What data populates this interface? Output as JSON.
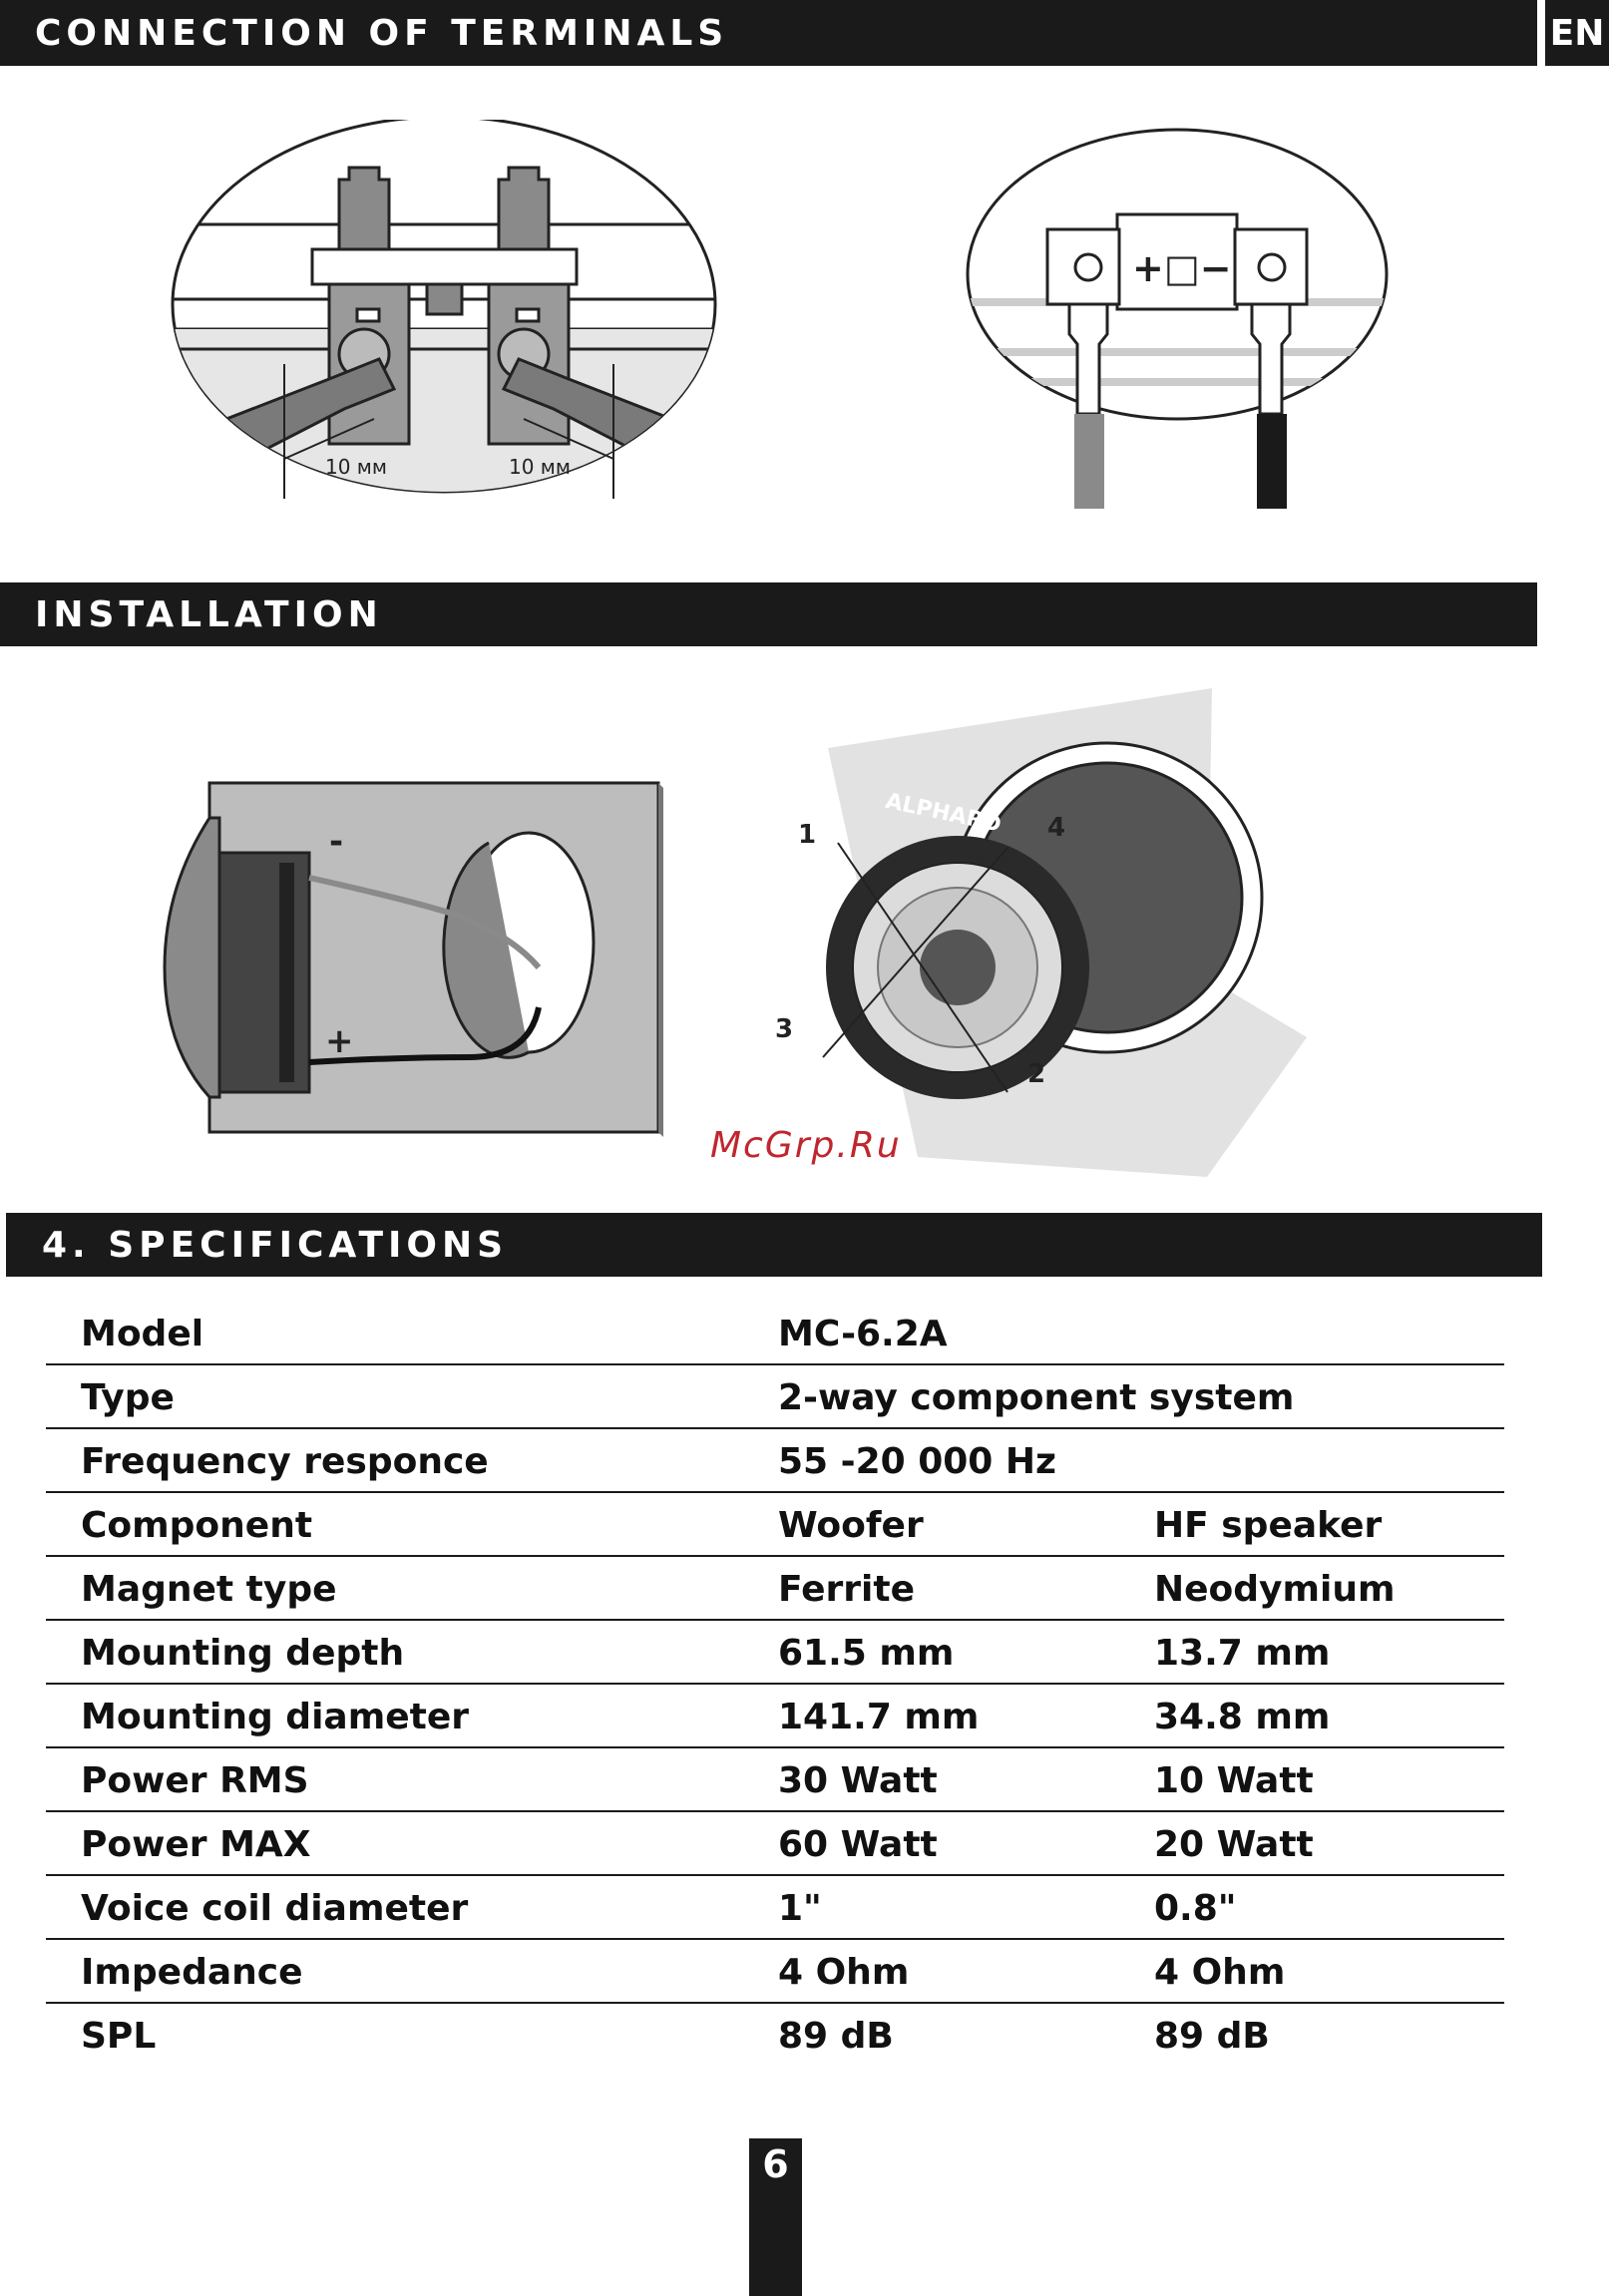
{
  "sections": {
    "terminals_title": "CONNECTION OF TERMINALS",
    "installation_title": "INSTALLATION",
    "specifications_title": "4. SPECIFICATIONS"
  },
  "language_badge": "EN",
  "terminal_figure": {
    "dim_left": "10 мм",
    "dim_right": "10 мм",
    "polarity_label": "+□−"
  },
  "installation_figure": {
    "minus_label": "-",
    "plus_label": "+",
    "brand_text": "ALPHARD",
    "screw_labels": [
      "1",
      "2",
      "3",
      "4"
    ]
  },
  "watermark": "McGrp.Ru",
  "specs": {
    "rows": [
      {
        "label": "Model",
        "col1": "MC-6.2A",
        "col2": ""
      },
      {
        "label": "Type",
        "col1": "2-way component system",
        "col2": ""
      },
      {
        "label": "Frequency responce",
        "col1": "55 -20 000 Hz",
        "col2": ""
      },
      {
        "label": "Component",
        "col1": "Woofer",
        "col2": "HF speaker"
      },
      {
        "label": "Magnet type",
        "col1": "Ferrite",
        "col2": "Neodymium"
      },
      {
        "label": "Mounting depth",
        "col1": "61.5 mm",
        "col2": "13.7 mm"
      },
      {
        "label": "Mounting diameter",
        "col1": "141.7 mm",
        "col2": "34.8 mm"
      },
      {
        "label": "Power RMS",
        "col1": "30 Watt",
        "col2": "10 Watt"
      },
      {
        "label": "Power MAX",
        "col1": "60 Watt",
        "col2": "20 Watt"
      },
      {
        "label": "Voice coil diameter",
        "col1": "1\"",
        "col2": "0.8\""
      },
      {
        "label": "Impedance",
        "col1": "4 Ohm",
        "col2": "4 Ohm"
      },
      {
        "label": "SPL",
        "col1": "89 dB",
        "col2": "89 dB"
      }
    ]
  },
  "page_number": "6"
}
